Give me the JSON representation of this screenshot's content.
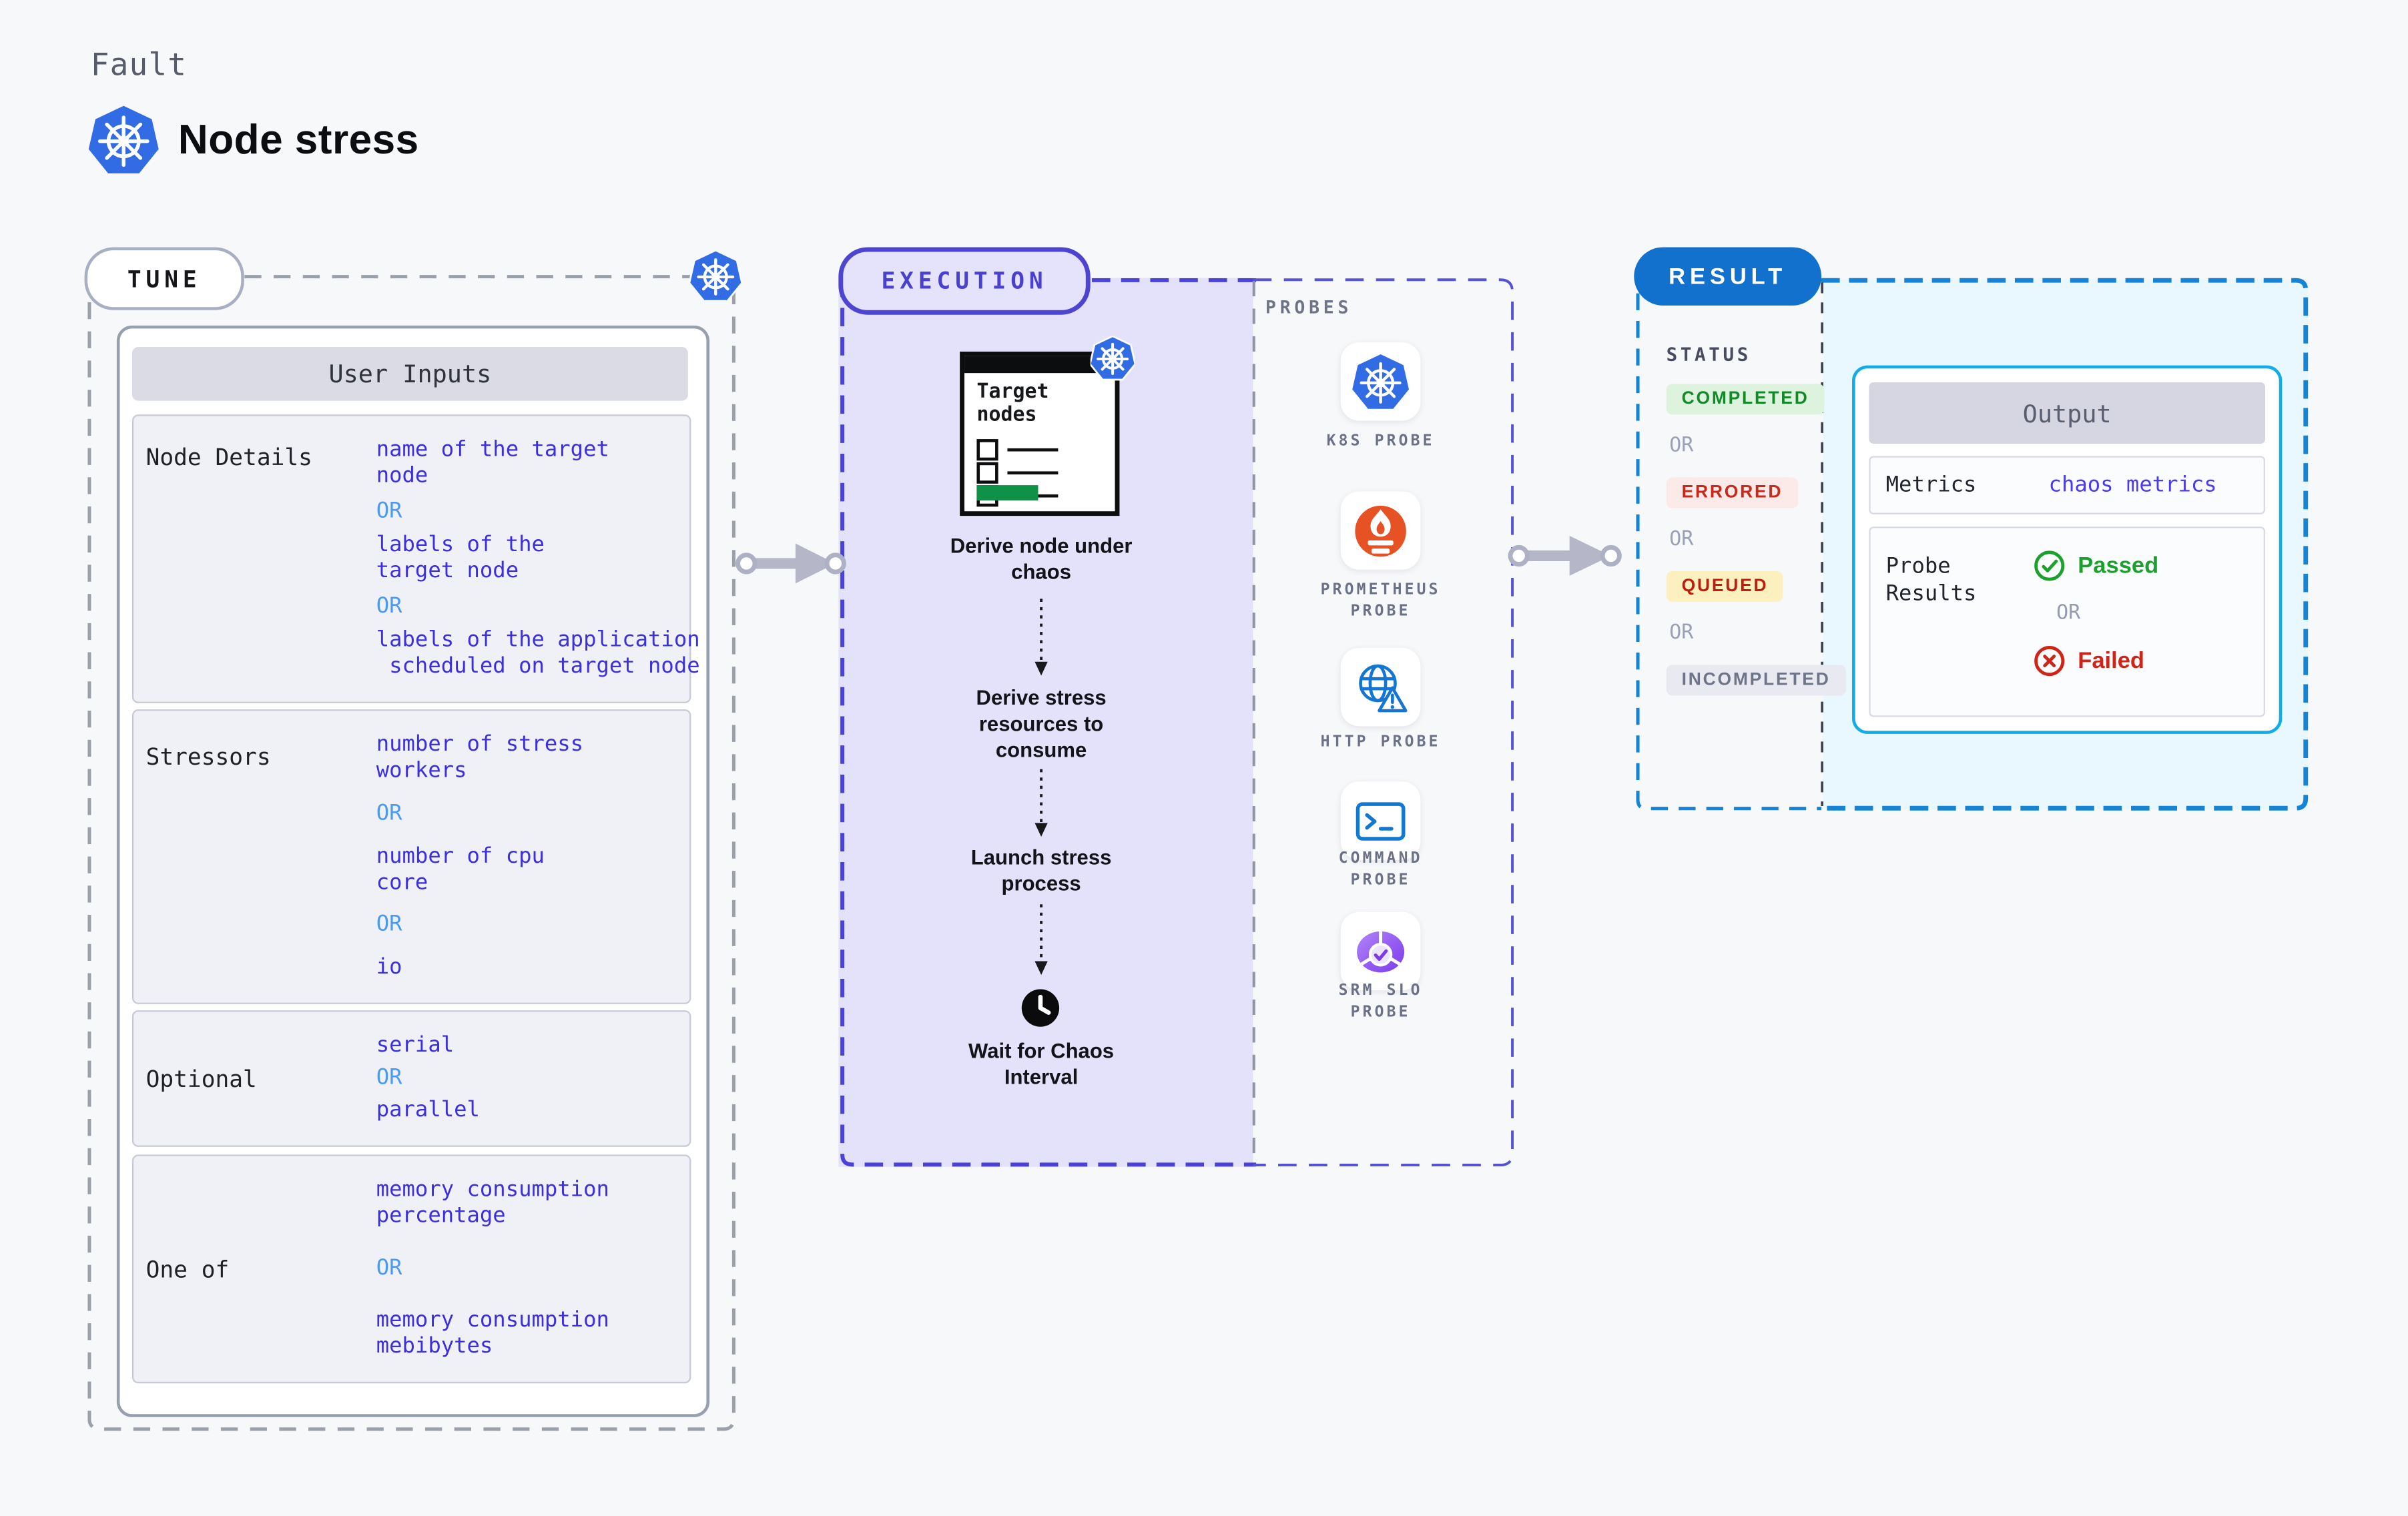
{
  "page": {
    "background": "#f7f8fa"
  },
  "header": {
    "eyebrow": "Fault",
    "title": "Node stress"
  },
  "colors": {
    "kubernetes_blue": "#326ce5",
    "indigo_accent": "#4a42d8",
    "tune_value_text": "#3b2fe0",
    "or_text_blue": "#4b9af2",
    "result_pill_blue": "#1271cd",
    "result_border_blue": "#1583d6",
    "output_border_cyan": "#13ade6",
    "completed_green": "#128a28",
    "errored_red": "#c62a1d",
    "queued_red": "#bf1d10",
    "incompleted_gray": "#6f7589",
    "passed_green": "#1ca12e",
    "failed_red": "#ce2518",
    "prometheus_orange": "#e75225",
    "srm_purple": "#7c3aed",
    "clipboard_green": "#0f9147",
    "arrow_gray": "#b5b7c8"
  },
  "tune": {
    "badge": "TUNE",
    "table_header": "User Inputs",
    "rows": [
      {
        "label": "Node Details",
        "items": [
          {
            "kind": "value",
            "text": "name of the target\nnode"
          },
          {
            "kind": "or",
            "text": "OR"
          },
          {
            "kind": "value",
            "text": "labels of the\ntarget node"
          },
          {
            "kind": "or",
            "text": "OR"
          },
          {
            "kind": "value",
            "text": "labels of the application\n scheduled on target node"
          }
        ]
      },
      {
        "label": "Stressors",
        "items": [
          {
            "kind": "value",
            "text": "number of stress\nworkers"
          },
          {
            "kind": "or",
            "text": "OR"
          },
          {
            "kind": "value",
            "text": "number of cpu\ncore"
          },
          {
            "kind": "or",
            "text": "OR"
          },
          {
            "kind": "value",
            "text": "io"
          }
        ]
      },
      {
        "label": "Optional",
        "items": [
          {
            "kind": "value",
            "text": "serial"
          },
          {
            "kind": "or",
            "text": "OR"
          },
          {
            "kind": "value",
            "text": "parallel"
          }
        ]
      },
      {
        "label": "One of",
        "items": [
          {
            "kind": "value",
            "text": "memory consumption\npercentage"
          },
          {
            "kind": "or",
            "text": "OR"
          },
          {
            "kind": "value",
            "text": "memory consumption\nmebibytes"
          }
        ]
      }
    ]
  },
  "execution": {
    "badge": "EXECUTION",
    "clipboard_title": "Target\nnodes",
    "steps": [
      "Derive node under chaos",
      "Derive stress resources to consume",
      "Launch stress process",
      "Wait for Chaos Interval"
    ]
  },
  "probes": {
    "label": "PROBES",
    "items": [
      {
        "label": "K8S PROBE",
        "icon": "kubernetes-icon"
      },
      {
        "label": "PROMETHEUS PROBE",
        "icon": "prometheus-icon"
      },
      {
        "label": "HTTP PROBE",
        "icon": "globe-alert-icon"
      },
      {
        "label": "COMMAND PROBE",
        "icon": "terminal-icon"
      },
      {
        "label": "SRM SLO PROBE",
        "icon": "pie-check-icon"
      }
    ]
  },
  "result": {
    "badge": "RESULT",
    "status_label": "STATUS",
    "statuses": [
      {
        "kind": "completed",
        "label": "COMPLETED"
      },
      {
        "kind": "or",
        "label": "OR"
      },
      {
        "kind": "errored",
        "label": "ERRORED"
      },
      {
        "kind": "or",
        "label": "OR"
      },
      {
        "kind": "queued",
        "label": "QUEUED"
      },
      {
        "kind": "or",
        "label": "OR"
      },
      {
        "kind": "incompleted",
        "label": "INCOMPLETED"
      }
    ],
    "output": {
      "header": "Output",
      "metrics_label": "Metrics",
      "metrics_value": "chaos metrics",
      "probe_results_label": "Probe Results",
      "passed_label": "Passed",
      "or_label": "OR",
      "failed_label": "Failed"
    }
  }
}
